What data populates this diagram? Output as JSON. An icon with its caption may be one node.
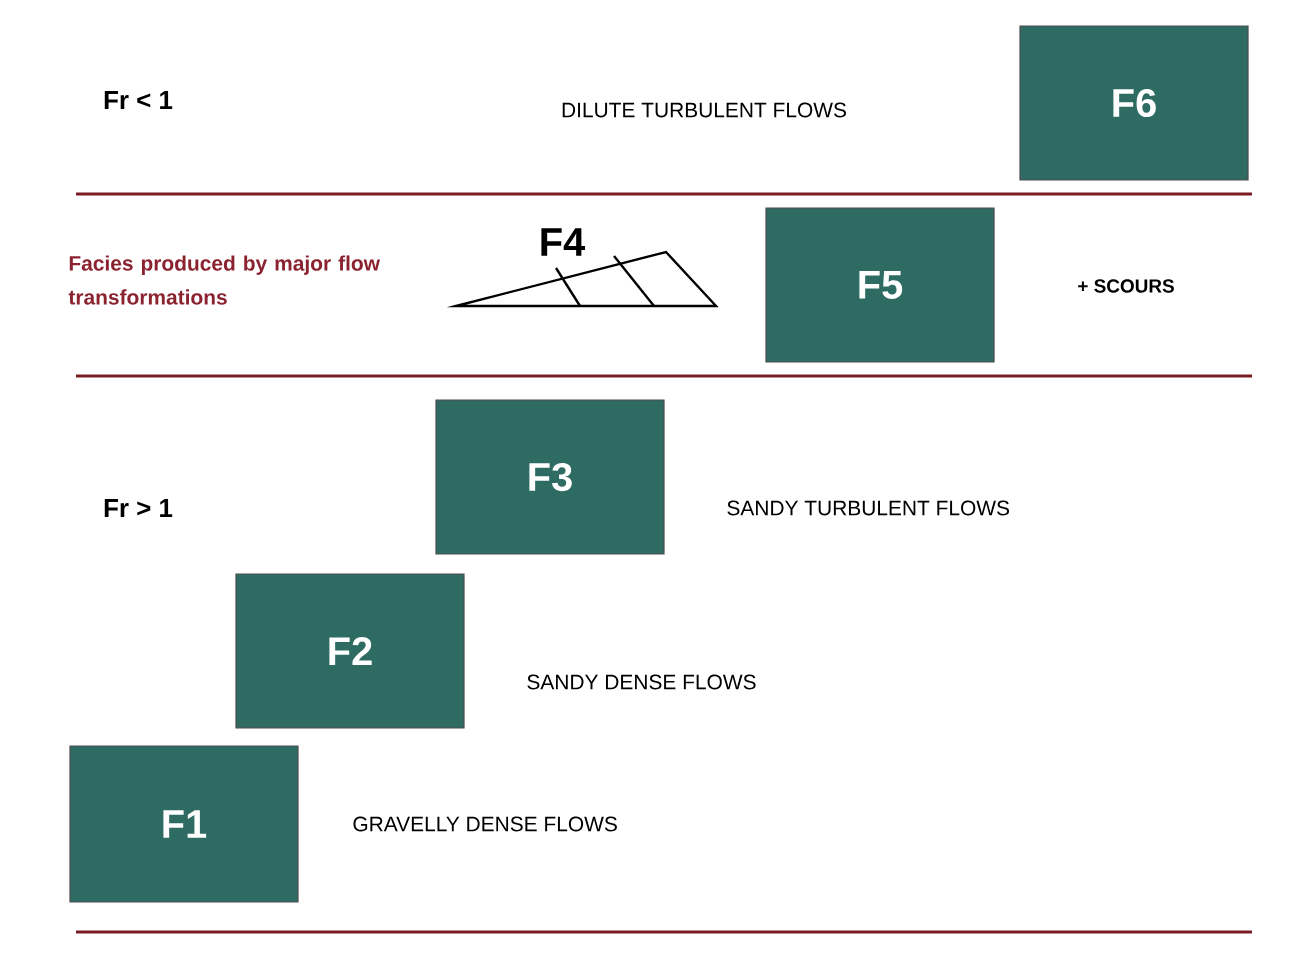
{
  "diagram": {
    "nodes": [
      {
        "text": [
          "F6"
        ]
      },
      {
        "text": [
          "F4"
        ]
      },
      {
        "text": [
          "F5"
        ]
      },
      {
        "text": [
          "F3"
        ]
      },
      {
        "text": [
          "F2"
        ]
      },
      {
        "text": [
          "F1"
        ]
      }
    ],
    "labels": [
      "Fr < 1",
      "DILUTE TURBULENT FLOWS",
      "Facies produced by major flow transformations",
      "+ SCOURS",
      "Fr > 1",
      "SANDY TURBULENT FLOWS",
      "SANDY DENSE FLOWS",
      "GRAVELLY DENSE FLOWS"
    ]
  }
}
